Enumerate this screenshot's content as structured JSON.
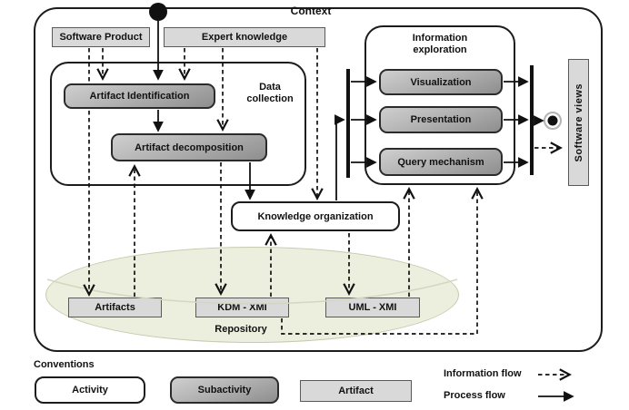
{
  "diagram": {
    "context_label": "Context",
    "data_collection_label": "Data collection",
    "information_exploration_label": "Information exploration",
    "knowledge_organization_label": "Knowledge organization",
    "repository_label": "Repository",
    "artifact_boxes": {
      "software_product": "Software Product",
      "expert_knowledge": "Expert knowledge",
      "software_views": "Software views",
      "artifacts": "Artifacts",
      "kdm_xmi": "KDM - XMI",
      "uml_xmi": "UML - XMI"
    },
    "subactivity_boxes": {
      "artifact_identification": "Artifact Identification",
      "artifact_decomposition": "Artifact decomposition",
      "visualization": "Visualization",
      "presentation": "Presentation",
      "query_mechanism": "Query mechanism"
    }
  },
  "legend": {
    "title": "Conventions",
    "activity": "Activity",
    "subactivity": "Subactivity",
    "artifact": "Artifact",
    "information_flow": "Information flow",
    "process_flow": "Process flow"
  },
  "colors": {
    "artifact_fill": "#d9d9d9",
    "subactivity_dark": "#8e8e8e",
    "subactivity_light": "#cfcfcf",
    "repository_fill": "#edefde",
    "line": "#111111"
  }
}
